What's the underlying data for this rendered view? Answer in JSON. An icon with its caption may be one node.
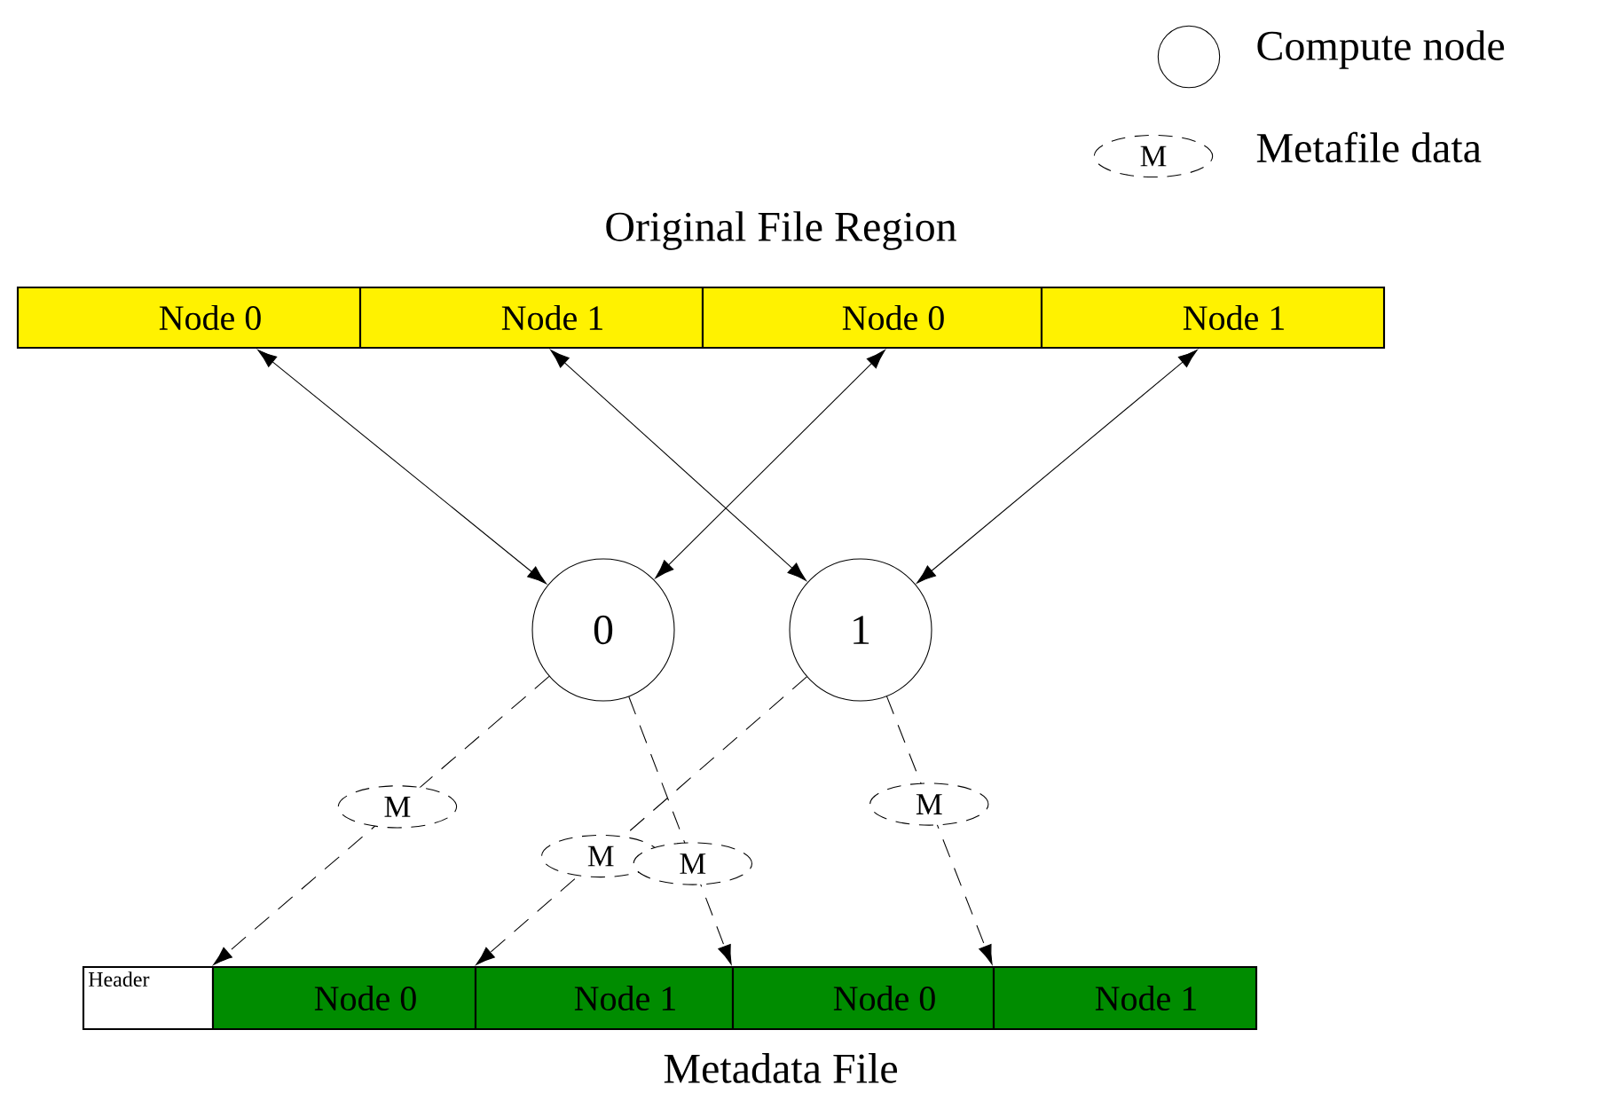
{
  "diagram": {
    "nodes": [
      {
        "text": [
          "Node 0"
        ]
      },
      {
        "text": [
          "Node 1"
        ]
      },
      {
        "text": [
          "Node 0"
        ]
      },
      {
        "text": [
          "Node 1"
        ]
      },
      {
        "text": [
          "0"
        ]
      },
      {
        "text": [
          "1"
        ]
      },
      {
        "text": [
          "Header"
        ]
      },
      {
        "text": [
          "Node 0"
        ]
      },
      {
        "text": [
          "Node 1"
        ]
      },
      {
        "text": [
          "Node 0"
        ]
      },
      {
        "text": [
          "Node 1"
        ]
      }
    ],
    "edges": [
      {
        "from": 0,
        "to": 4,
        "arrow": "both"
      },
      {
        "from": 1,
        "to": 5,
        "arrow": "both"
      },
      {
        "from": 2,
        "to": 4,
        "arrow": "both"
      },
      {
        "from": 3,
        "to": 5,
        "arrow": "both"
      },
      {
        "from": 4,
        "to": 7,
        "arrow": "to",
        "style": "dashed",
        "label": "M"
      },
      {
        "from": 5,
        "to": 8,
        "arrow": "to",
        "style": "dashed",
        "label": "M"
      },
      {
        "from": 4,
        "to": 9,
        "arrow": "to",
        "style": "dashed",
        "label": "M"
      },
      {
        "from": 5,
        "to": 10,
        "arrow": "to",
        "style": "dashed",
        "label": "M"
      }
    ],
    "labels": [
      "M",
      "Original File Region",
      "Metadata File"
    ],
    "legend": [
      {
        "text": "Compute node"
      },
      {
        "text": "Metafile data"
      }
    ]
  }
}
